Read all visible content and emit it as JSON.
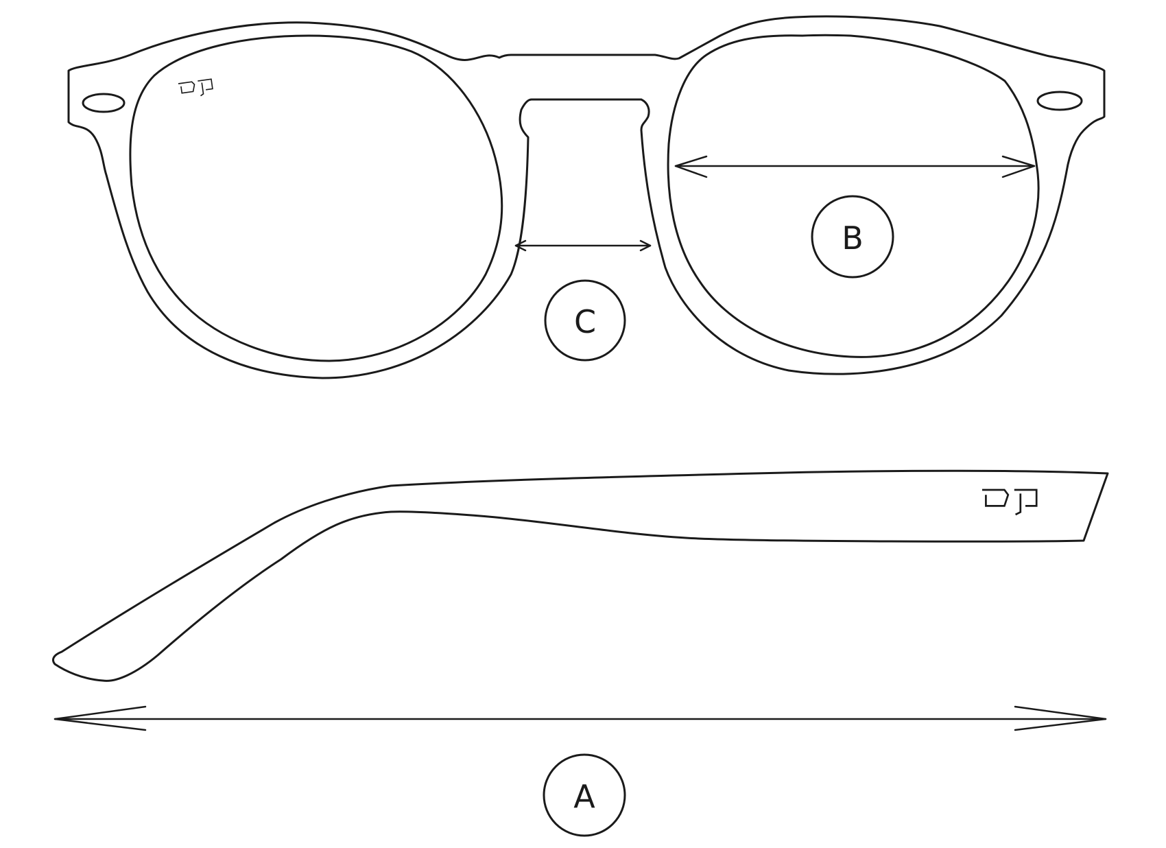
{
  "labels": {
    "a": "A",
    "b": "B",
    "c": "C"
  },
  "colors": {
    "line": "#1a1a1a",
    "background": "#ffffff"
  }
}
